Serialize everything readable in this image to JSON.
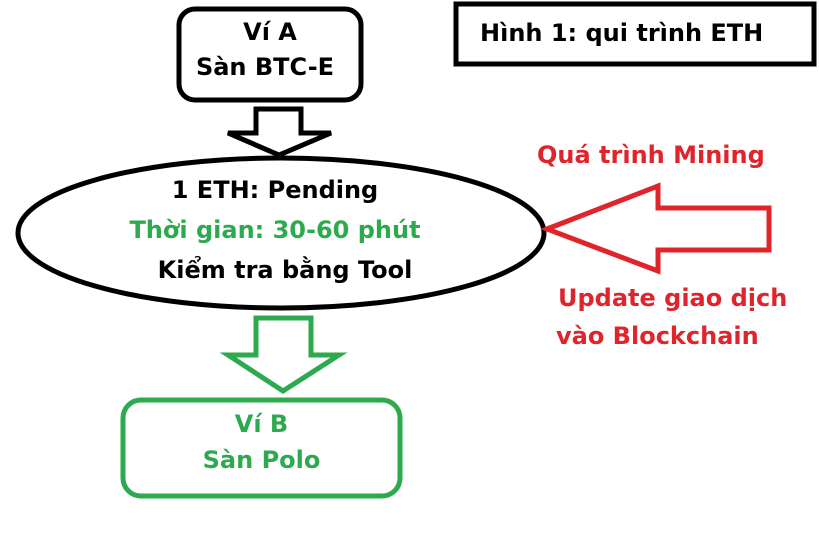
{
  "colors": {
    "black": "#000000",
    "green": "#2eaa4e",
    "red": "#e0242c"
  },
  "title_box": {
    "label": "Hình 1: qui trình ETH"
  },
  "wallet_a": {
    "line1": "Ví A",
    "line2": "Sàn BTC-E"
  },
  "pending": {
    "line1": "1 ETH: Pending",
    "line2": "Thời gian: 30-60 phút",
    "line3": "Kiểm tra bằng Tool"
  },
  "mining": {
    "top_label": "Quá trình Mining",
    "bottom_line1": "Update giao dịch",
    "bottom_line2": "vào Blockchain"
  },
  "wallet_b": {
    "line1": "Ví B",
    "line2": "Sàn Polo"
  }
}
